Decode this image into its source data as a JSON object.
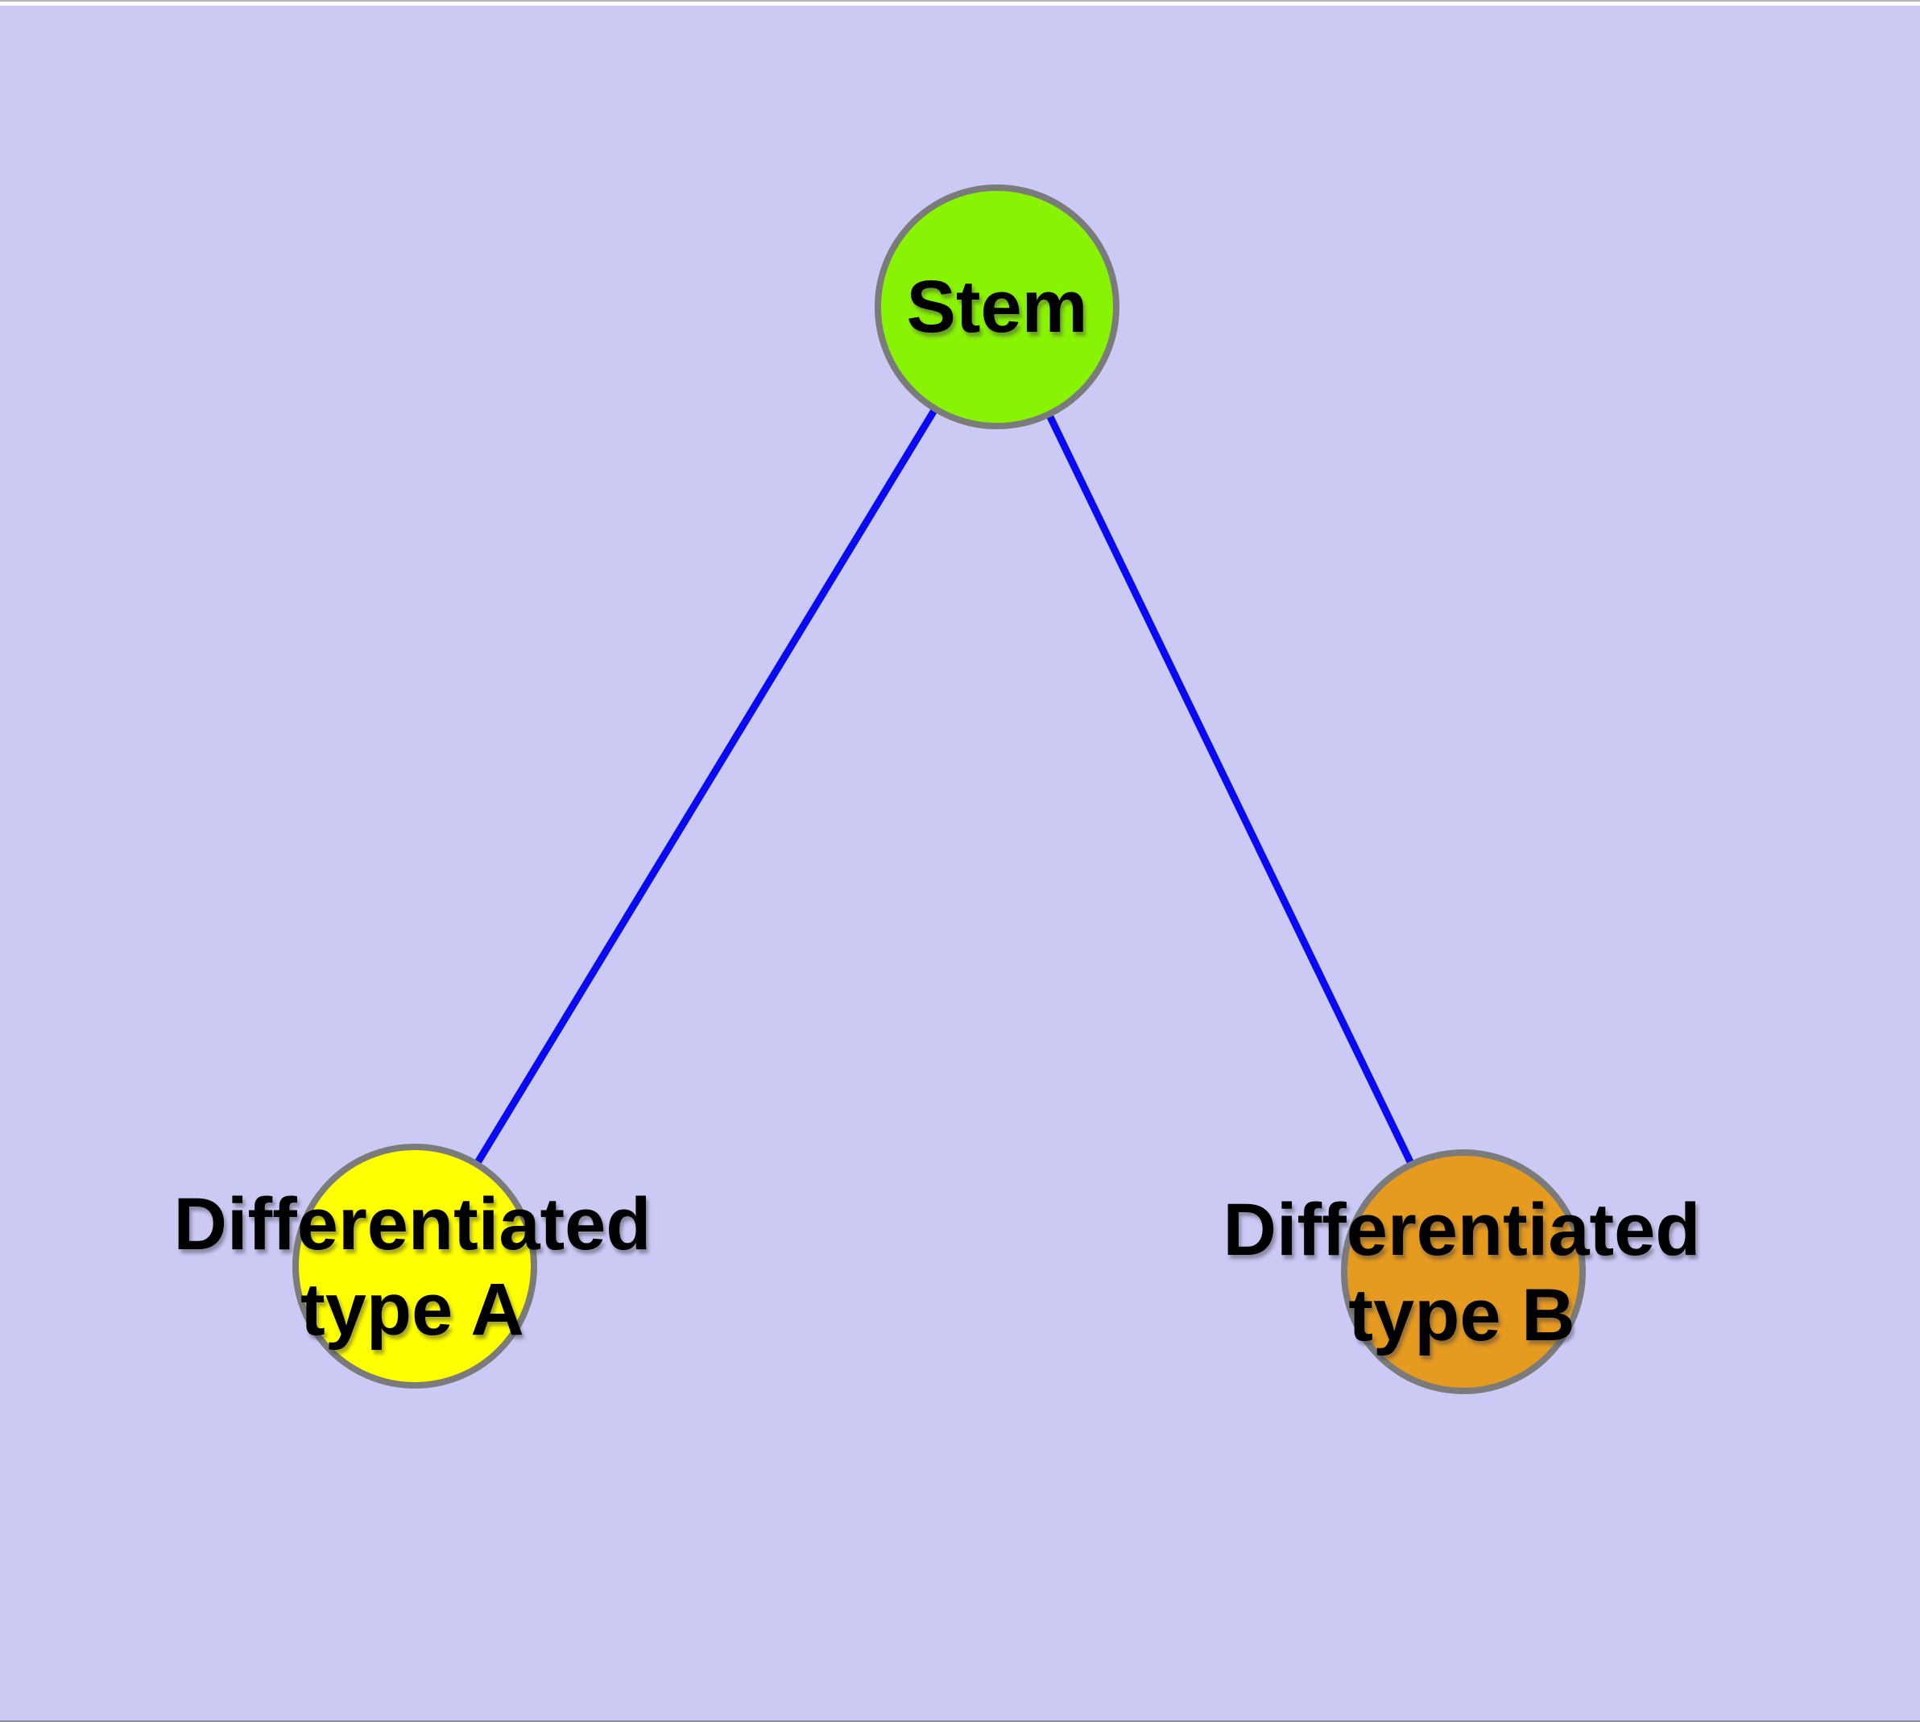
{
  "diagram": {
    "background_color": "#cacaf5",
    "edge_color": "#0909f2",
    "node_border_color": "#7b7b7b",
    "text_color": "#000000",
    "nodes": [
      {
        "id": "stem",
        "label": "Stem",
        "color": "#89f304"
      },
      {
        "id": "type-a",
        "label": "Differentiated\ntype A",
        "color": "#ffff00"
      },
      {
        "id": "type-b",
        "label": "Differentiated\ntype B",
        "color": "#e59a20"
      }
    ],
    "edges": [
      {
        "from": "stem",
        "to": "type-a"
      },
      {
        "from": "stem",
        "to": "type-b"
      }
    ]
  }
}
